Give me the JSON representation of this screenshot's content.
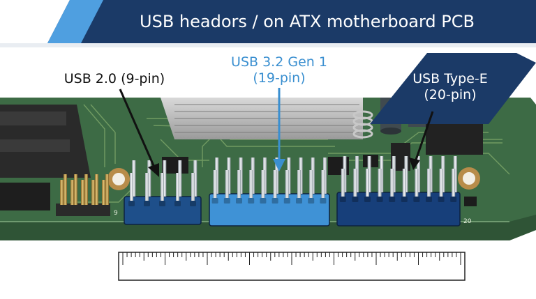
{
  "title": "USB headors / on ATX motherboard PCB",
  "headers": [
    {
      "label": "USB 2.0 (9-pin)",
      "color": "#111111",
      "connector_color": "#1e4f8a"
    },
    {
      "label_line1": "USB 3.2 Gen 1",
      "label_line2": "(19-pin)",
      "color": "#3a8fd0",
      "connector_color": "#3f92d6"
    },
    {
      "label_line1": "USB Type-E",
      "label_line2": "(20-pin)",
      "color": "#ffffff",
      "connector_color": "#173f7a"
    }
  ],
  "pin_labels": {
    "usb2_start": "9",
    "usbe_end": "20"
  },
  "colors": {
    "banner_dark": "#1b3a67",
    "banner_accent": "#4f9fe0",
    "pcb": "#3d6b45",
    "pcb_dark": "#2f5436",
    "trace": "#7fa86a",
    "ruler": "#ffffff"
  }
}
